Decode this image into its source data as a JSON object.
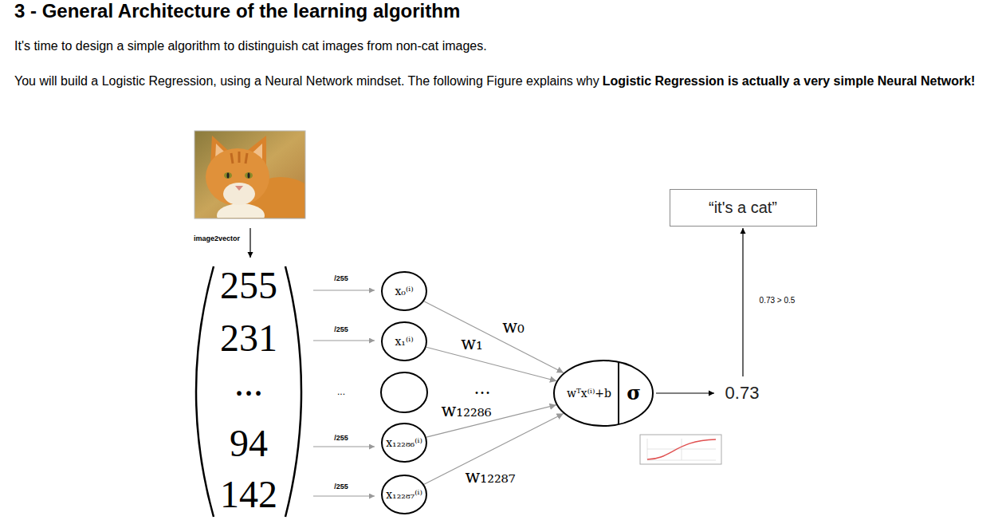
{
  "diagram": {
    "title": "3 - General Architecture of the learning algorithm",
    "nodes": [
      {
        "text": [
          "x₀⁽ⁱ⁾"
        ]
      },
      {
        "text": [
          "x₁⁽ⁱ⁾"
        ]
      },
      {
        "text": [
          "x₁₂₂₈₆⁽ⁱ⁾"
        ]
      },
      {
        "text": [
          "x₁₂₂₈₇⁽ⁱ⁾"
        ]
      },
      {
        "text": [
          "wᵀx⁽ⁱ⁾+b",
          "σ"
        ]
      },
      {
        "text": [
          "“it's a cat”"
        ]
      }
    ],
    "edges": [
      {
        "from": 0,
        "to": 4,
        "arrow": "to",
        "label": "w₀"
      },
      {
        "from": 1,
        "to": 4,
        "arrow": "to",
        "label": "w₁"
      },
      {
        "from": 2,
        "to": 4,
        "arrow": "to",
        "label": "w₁₂₂₈₆"
      },
      {
        "from": 3,
        "to": 4,
        "arrow": "to",
        "label": "w₁₂₂₈₇"
      }
    ],
    "labels": [
      "It's time to design a simple algorithm to distinguish cat images from non-cat images.",
      "You will build a Logistic Regression, using a Neural Network mindset. The following Figure explains why",
      "Logistic Regression is actually a very simple Neural Network!",
      "image2vector",
      "255",
      "231",
      "...",
      "94",
      "142",
      "/255",
      "/255",
      "...",
      "/255",
      "/255",
      "...",
      "0.73",
      "0.73 > 0.5"
    ]
  }
}
